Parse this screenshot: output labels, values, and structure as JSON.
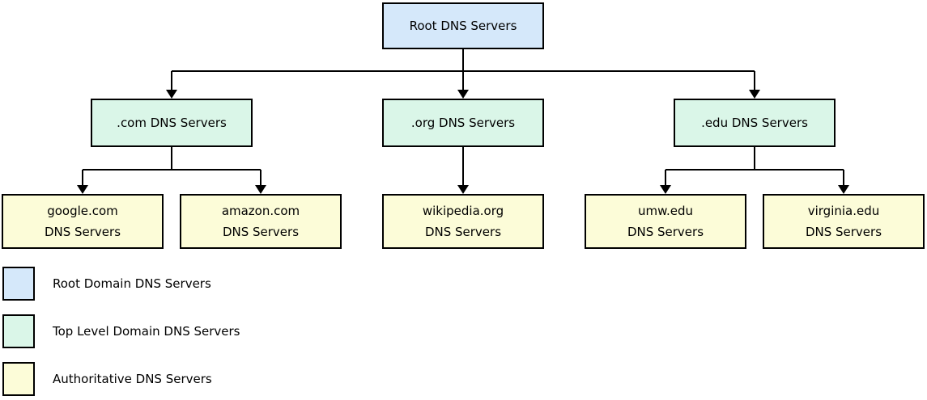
{
  "nodes": {
    "root": {
      "label": "Root DNS Servers"
    },
    "com": {
      "label": ".com DNS Servers"
    },
    "org": {
      "label": ".org DNS Servers"
    },
    "edu": {
      "label": ".edu DNS Servers"
    },
    "google": {
      "label": "google.com\nDNS Servers"
    },
    "amazon": {
      "label": "amazon.com\nDNS Servers"
    },
    "wikipedia": {
      "label": "wikipedia.org\nDNS Servers"
    },
    "umw": {
      "label": "umw.edu\nDNS Servers"
    },
    "virginia": {
      "label": "virginia.edu\nDNS Servers"
    }
  },
  "legend": {
    "items": [
      {
        "label": "Root Domain DNS Servers",
        "color": "#d5e8fa"
      },
      {
        "label": "Top Level Domain DNS Servers",
        "color": "#daf6e8"
      },
      {
        "label": "Authoritative DNS Servers",
        "color": "#fcfcd8"
      }
    ]
  },
  "colors": {
    "root_fill": "#d5e8fa",
    "tld_fill": "#daf6e8",
    "authoritative_fill": "#fcfcd8",
    "border": "#000000",
    "connector": "#000000"
  }
}
